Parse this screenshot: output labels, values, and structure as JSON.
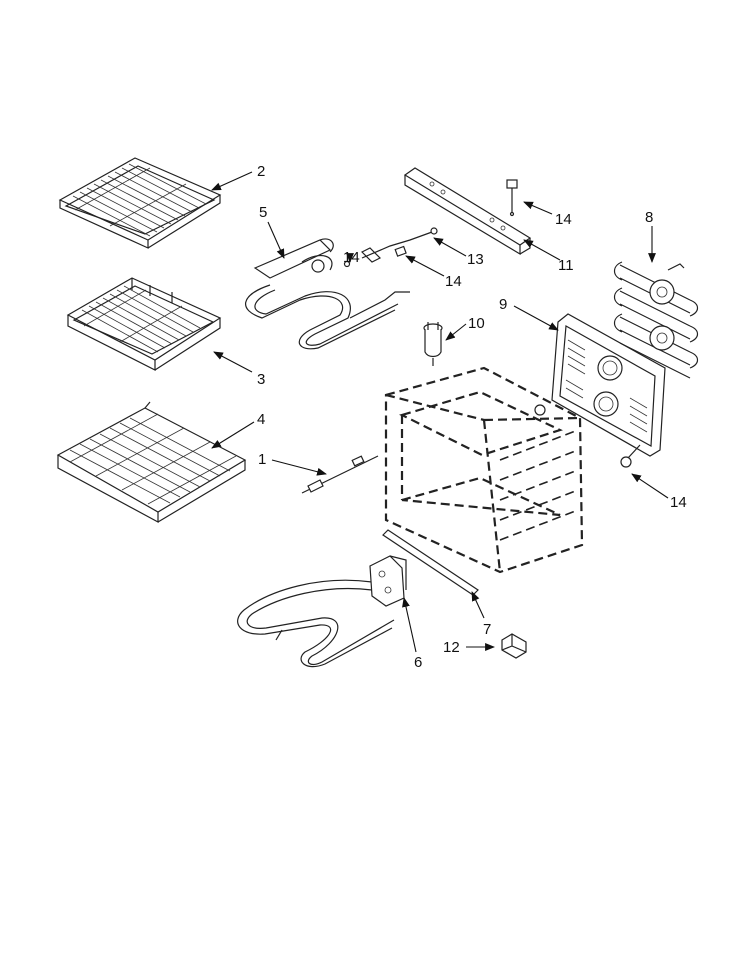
{
  "callouts": {
    "c1": "1",
    "c2": "2",
    "c3": "3",
    "c4": "4",
    "c5": "5",
    "c6": "6",
    "c7": "7",
    "c8": "8",
    "c9": "9",
    "c10": "10",
    "c11": "11",
    "c12": "12",
    "c13": "13",
    "c14a": "14",
    "c14b": "14",
    "c14c": "14",
    "c14d": "14"
  }
}
